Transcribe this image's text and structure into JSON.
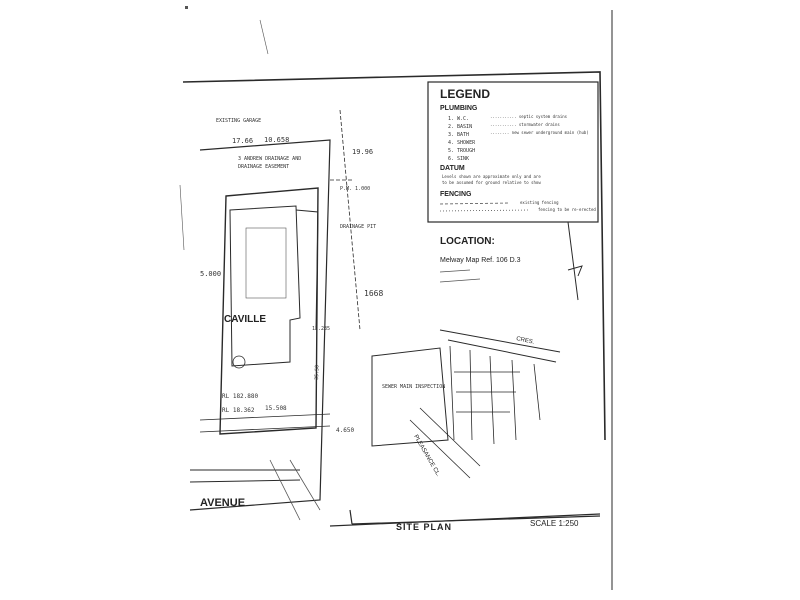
{
  "legend": {
    "title": "LEGEND",
    "plumbing_heading": "PLUMBING",
    "plumbing_items": [
      "1. W.C.",
      "2. BASIN",
      "3. BATH",
      "4. SHOWER",
      "5. TROUGH",
      "6. SINK"
    ],
    "plumbing_notes": [
      "........... septic system drains",
      "........... stormwater drains",
      "........ new sewer underground main (hub)"
    ],
    "datum_heading": "DATUM",
    "datum_text_1": "Levels shown are approximate only and are",
    "datum_text_2": "to be assumed for ground relative to show",
    "fencing_heading": "FENCING",
    "fencing_notes": [
      "existing fencing",
      "fencing to be re-erected"
    ]
  },
  "location": {
    "heading": "LOCATION:",
    "map_ref": "Melway Map Ref. 106 D.3"
  },
  "site": {
    "street": "AVENUE",
    "lot_name": "CAVILLE",
    "crescent": "CRES.",
    "court": "PLEASANCE CL.",
    "dims": [
      "17.66",
      "10.658",
      "19.96",
      "15.508",
      "1668",
      "5.000",
      "12.235",
      "4.650",
      "35.50"
    ],
    "notes": [
      "EXISTING GARAGE",
      "3 ANDREW DRAINAGE AND",
      "DRAINAGE EASEMENT",
      "P.M. 1.000",
      "SEWER MAIN INSPECTION",
      "DRAINAGE PIT",
      "RL 182.880",
      "RL 18.362"
    ]
  },
  "footer": {
    "title": "SITE PLAN",
    "scale": "SCALE 1:250"
  }
}
